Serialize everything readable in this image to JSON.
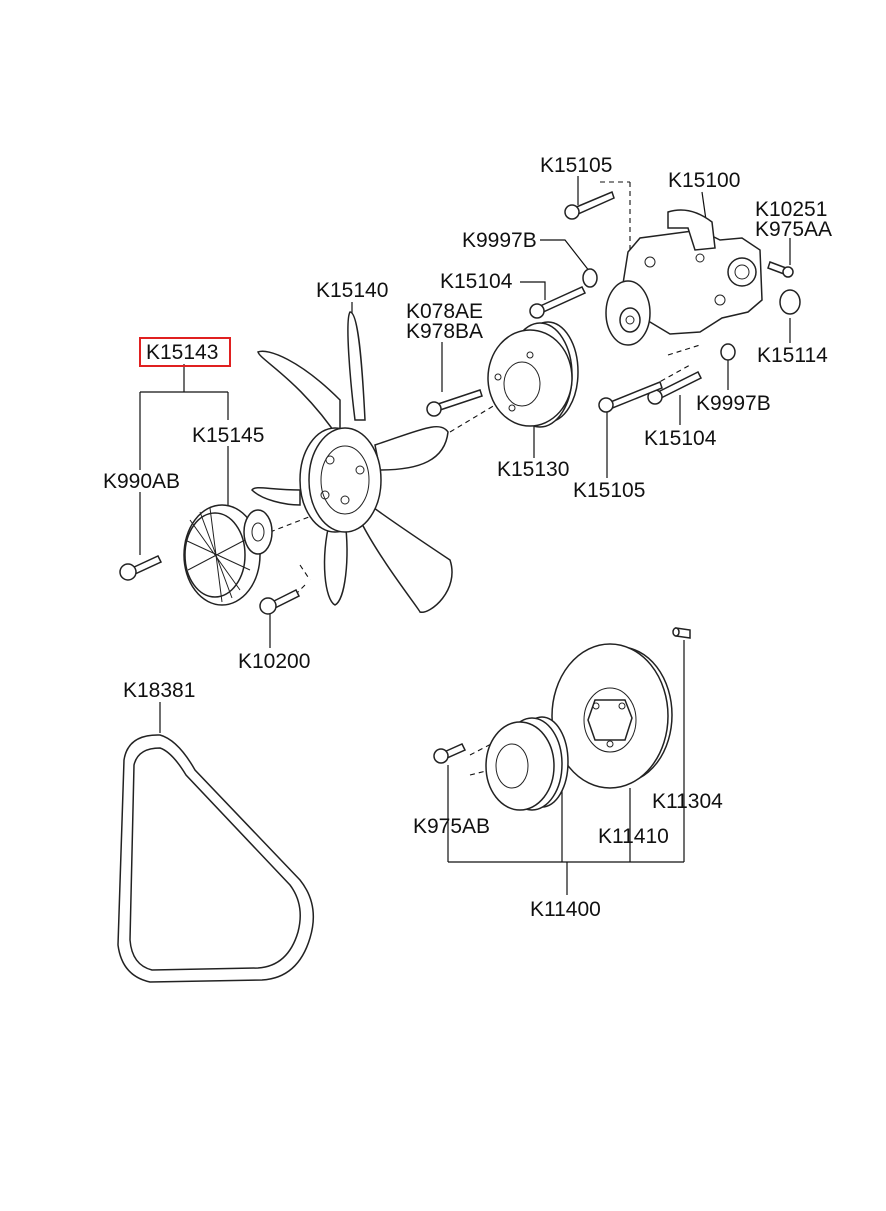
{
  "diagram": {
    "labels": {
      "k15105_top": "K15105",
      "k15100": "K15100",
      "k10251": "K10251",
      "k975aa": "K975AA",
      "k9997b_top": "K9997B",
      "k15104_top": "K15104",
      "k15140": "K15140",
      "k078ae": "K078AE",
      "k978ba": "K978BA",
      "k15143": "K15143",
      "k15114": "K15114",
      "k9997b_bottom": "K9997B",
      "k15145": "K15145",
      "k15104_bottom": "K15104",
      "k990ab": "K990AB",
      "k15130": "K15130",
      "k15105_bottom": "K15105",
      "k10200": "K10200",
      "k18381": "K18381",
      "k11304": "K11304",
      "k975ab": "K975AB",
      "k11410": "K11410",
      "k11400": "K11400"
    },
    "highlight_color": "#e02020"
  }
}
